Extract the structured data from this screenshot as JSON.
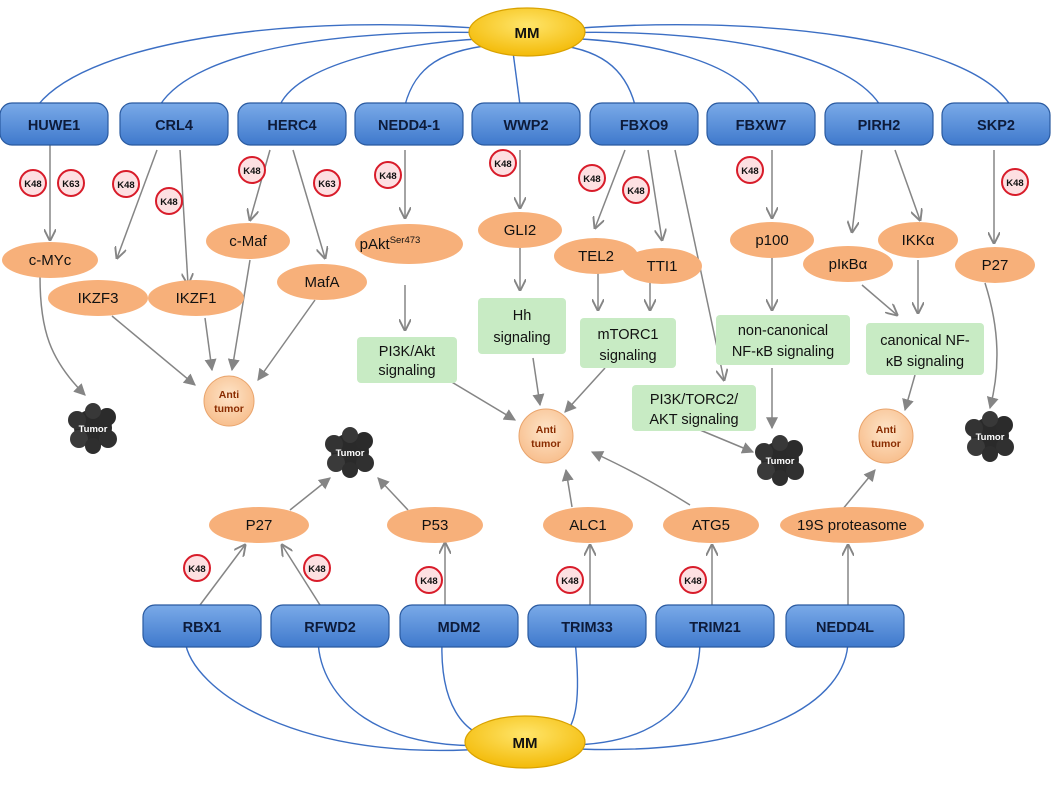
{
  "hub": "MM",
  "top_enzymes": [
    "HUWE1",
    "CRL4",
    "HERC4",
    "NEDD4-1",
    "WWP2",
    "FBXO9",
    "FBXW7",
    "PIRH2",
    "SKP2"
  ],
  "bottom_enzymes": [
    "RBX1",
    "RFWD2",
    "MDM2",
    "TRIM33",
    "TRIM21",
    "NEDD4L"
  ],
  "substrates": {
    "cmyc": "c-MYc",
    "ikzf3": "IKZF3",
    "ikzf1": "IKZF1",
    "cmaf": "c-Maf",
    "mafa": "MafA",
    "pakt": "pAkt",
    "pakt_sup": "Ser473",
    "gli2": "GLI2",
    "tel2": "TEL2",
    "tti1": "TTI1",
    "p100": "p100",
    "pikba": "pIκBα",
    "ikka": "IKKα",
    "p27_top": "P27",
    "p27_bottom": "P27",
    "p53": "P53",
    "alc1": "ALC1",
    "atg5": "ATG5",
    "proteasome": "19S proteasome"
  },
  "signaling": {
    "pi3k": [
      "PI3K/Akt",
      "signaling"
    ],
    "hh": [
      "Hh",
      "signaling"
    ],
    "mtorc1": [
      "mTORC1",
      "signaling"
    ],
    "noncanon": [
      "non-canonical",
      "NF-κB signaling"
    ],
    "canon": [
      "canonical NF-",
      "κB signaling"
    ],
    "pi3k_torc2": [
      "PI3K/TORC2/",
      "AKT signaling"
    ]
  },
  "ubiquitin_tags": {
    "k48": "K48",
    "k63": "K63"
  },
  "outcomes": {
    "anti_line1": "Anti",
    "anti_line2": "tumor",
    "tumor": "Tumor"
  },
  "colors": {
    "enzyme_fill": "#4a86d6",
    "enzyme_stroke": "#2a5aa0",
    "hub_fill": "#f5c300",
    "substrate_fill": "#f7b07a",
    "signal_fill": "#c8ebc4",
    "tag_stroke": "#d81c2a",
    "tag_fill": "#fde0e2",
    "link_line": "#3c6fc4",
    "arrow": "#858585",
    "anti_fill": "#fcd2ae",
    "tumor_fill": "#1e1e1e"
  }
}
